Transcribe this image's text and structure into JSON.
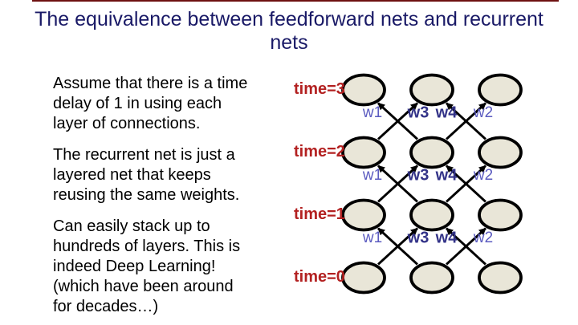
{
  "page": {
    "title": "The equivalence between feedforward nets and recurrent nets"
  },
  "paragraphs": [
    {
      "lines": [
        "Assume that there is a time",
        "delay of 1 in using each",
        "layer of connections."
      ]
    },
    {
      "lines": [
        "The recurrent net is just a",
        "layered net that keeps",
        "reusing the same weights."
      ]
    },
    {
      "lines": [
        "Can easily stack up to",
        "hundreds of layers. This is",
        "indeed Deep Learning!",
        "(which have been around",
        "for decades…)"
      ]
    }
  ],
  "diagram": {
    "time_labels": [
      "time=3",
      "time=2",
      "time=1",
      "time=0"
    ],
    "rows": 4,
    "columns": 3,
    "weight_order": [
      "w1",
      "w3",
      "w4",
      "w2"
    ],
    "weight_dark_labels": [
      "w3",
      "w4"
    ],
    "connections": [
      {
        "from_column": 1,
        "to_column": 0,
        "weight": "w1"
      },
      {
        "from_column": 0,
        "to_column": 1,
        "weight": "w3"
      },
      {
        "from_column": 2,
        "to_column": 1,
        "weight": "w4"
      },
      {
        "from_column": 1,
        "to_column": 2,
        "weight": "w2"
      }
    ],
    "node_fill": "#e9e6d8",
    "node_stroke": "#000000",
    "arrow_color": "#000000"
  },
  "colors": {
    "title": "#191966",
    "body_text": "#000000",
    "time_label": "#b32121",
    "weight_light": "#5b5bc0",
    "weight_dark": "#333388",
    "top_border": "#6e1111",
    "node_fill": "#e9e6d8",
    "background": "#ffffff"
  }
}
